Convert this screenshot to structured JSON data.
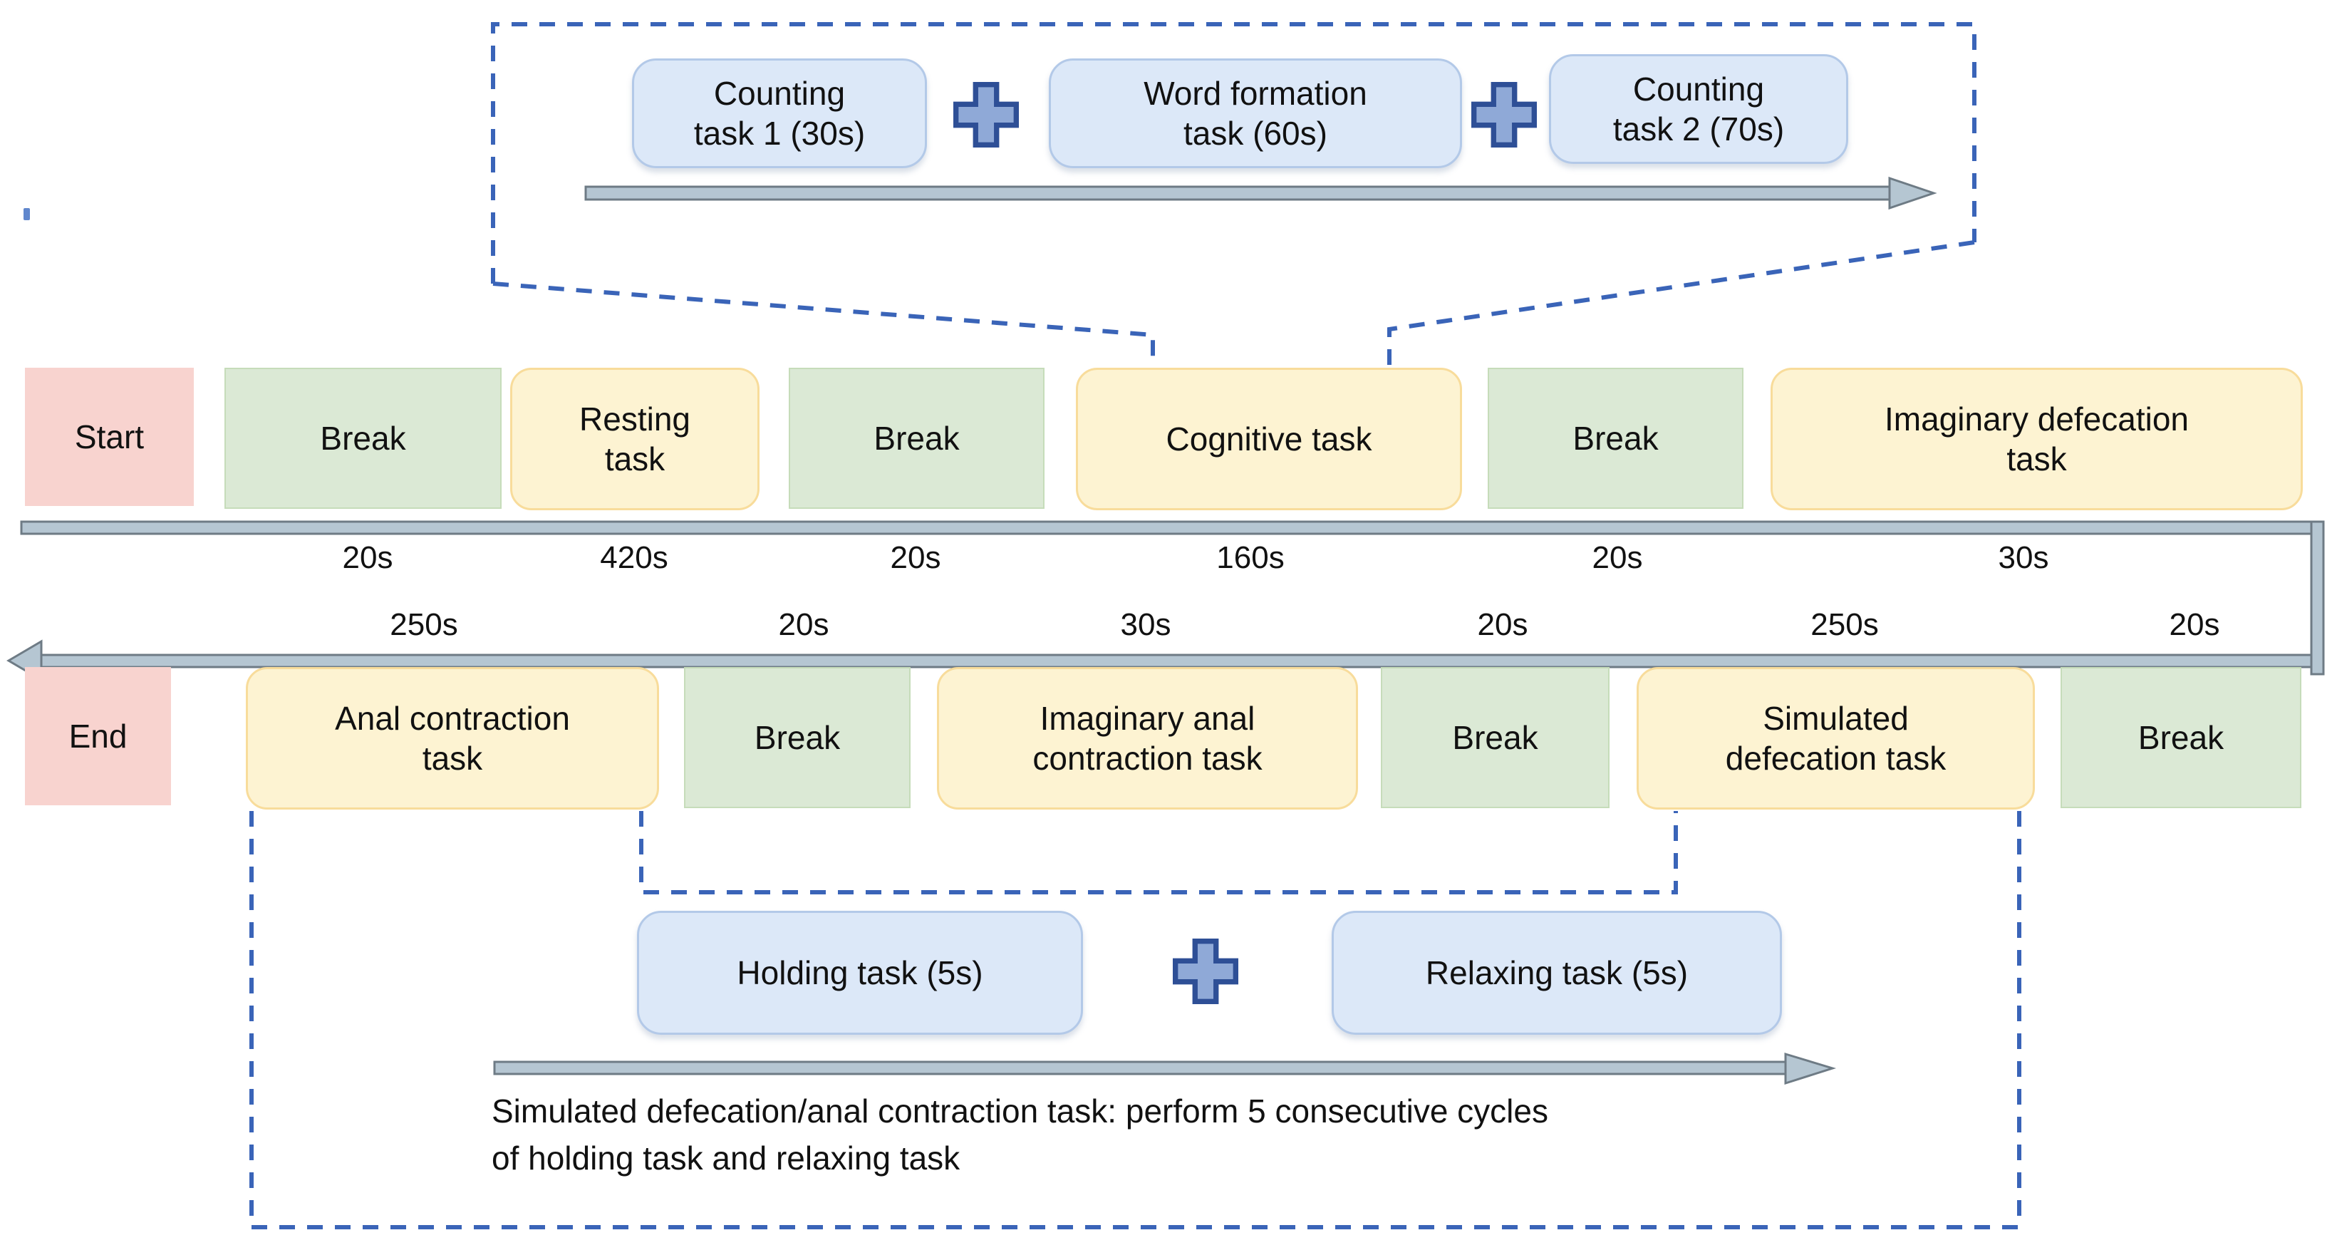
{
  "figure": {
    "description_note": ""
  },
  "top_callout": {
    "tasks": [
      {
        "lines": [
          "Counting",
          "task 1 (30s)"
        ]
      },
      {
        "lines": [
          "Word formation",
          "task (60s)"
        ]
      },
      {
        "lines": [
          "Counting",
          "task 2 (70s)"
        ]
      }
    ]
  },
  "timeline": {
    "row1_boxes": [
      {
        "label": "Start"
      },
      {
        "label": "Break"
      },
      {
        "lines": [
          "Resting",
          "task"
        ]
      },
      {
        "label": "Break"
      },
      {
        "label": "Cognitive task"
      },
      {
        "label": "Break"
      },
      {
        "lines": [
          "Imaginary defecation",
          "task"
        ]
      }
    ],
    "row1_durations": [
      "20s",
      "420s",
      "20s",
      "160s",
      "20s",
      "30s"
    ],
    "row2_durations": [
      "250s",
      "20s",
      "30s",
      "20s",
      "250s",
      "20s"
    ],
    "row2_boxes": [
      {
        "label": "End"
      },
      {
        "lines": [
          "Anal contraction",
          "task"
        ]
      },
      {
        "label": "Break"
      },
      {
        "lines": [
          "Imaginary anal",
          "contraction task"
        ]
      },
      {
        "label": "Break"
      },
      {
        "lines": [
          "Simulated",
          "defecation task"
        ]
      },
      {
        "label": "Break"
      }
    ]
  },
  "bottom_callout": {
    "tasks": [
      {
        "label": "Holding task (5s)"
      },
      {
        "label": "Relaxing task (5s)"
      }
    ],
    "note_lines": [
      "Simulated defecation/anal contraction task: perform 5 consecutive cycles",
      "of holding task and relaxing task"
    ]
  },
  "colors": {
    "task_fill": "#fdf3d2",
    "task_border": "#f8dc9b",
    "break_fill": "#dbe9d5",
    "break_border": "#c6dcba",
    "endpoint_fill": "#f8d3cf",
    "subtask_fill": "#dce8f8",
    "subtask_border": "#b3c9e8",
    "plus_fill": "#8fa9d7",
    "plus_border": "#2e4f96",
    "arrow_fill": "#b5c6d2",
    "arrow_border": "#6e7b85",
    "dashed_line": "#3a64b8",
    "text": "#111111"
  }
}
